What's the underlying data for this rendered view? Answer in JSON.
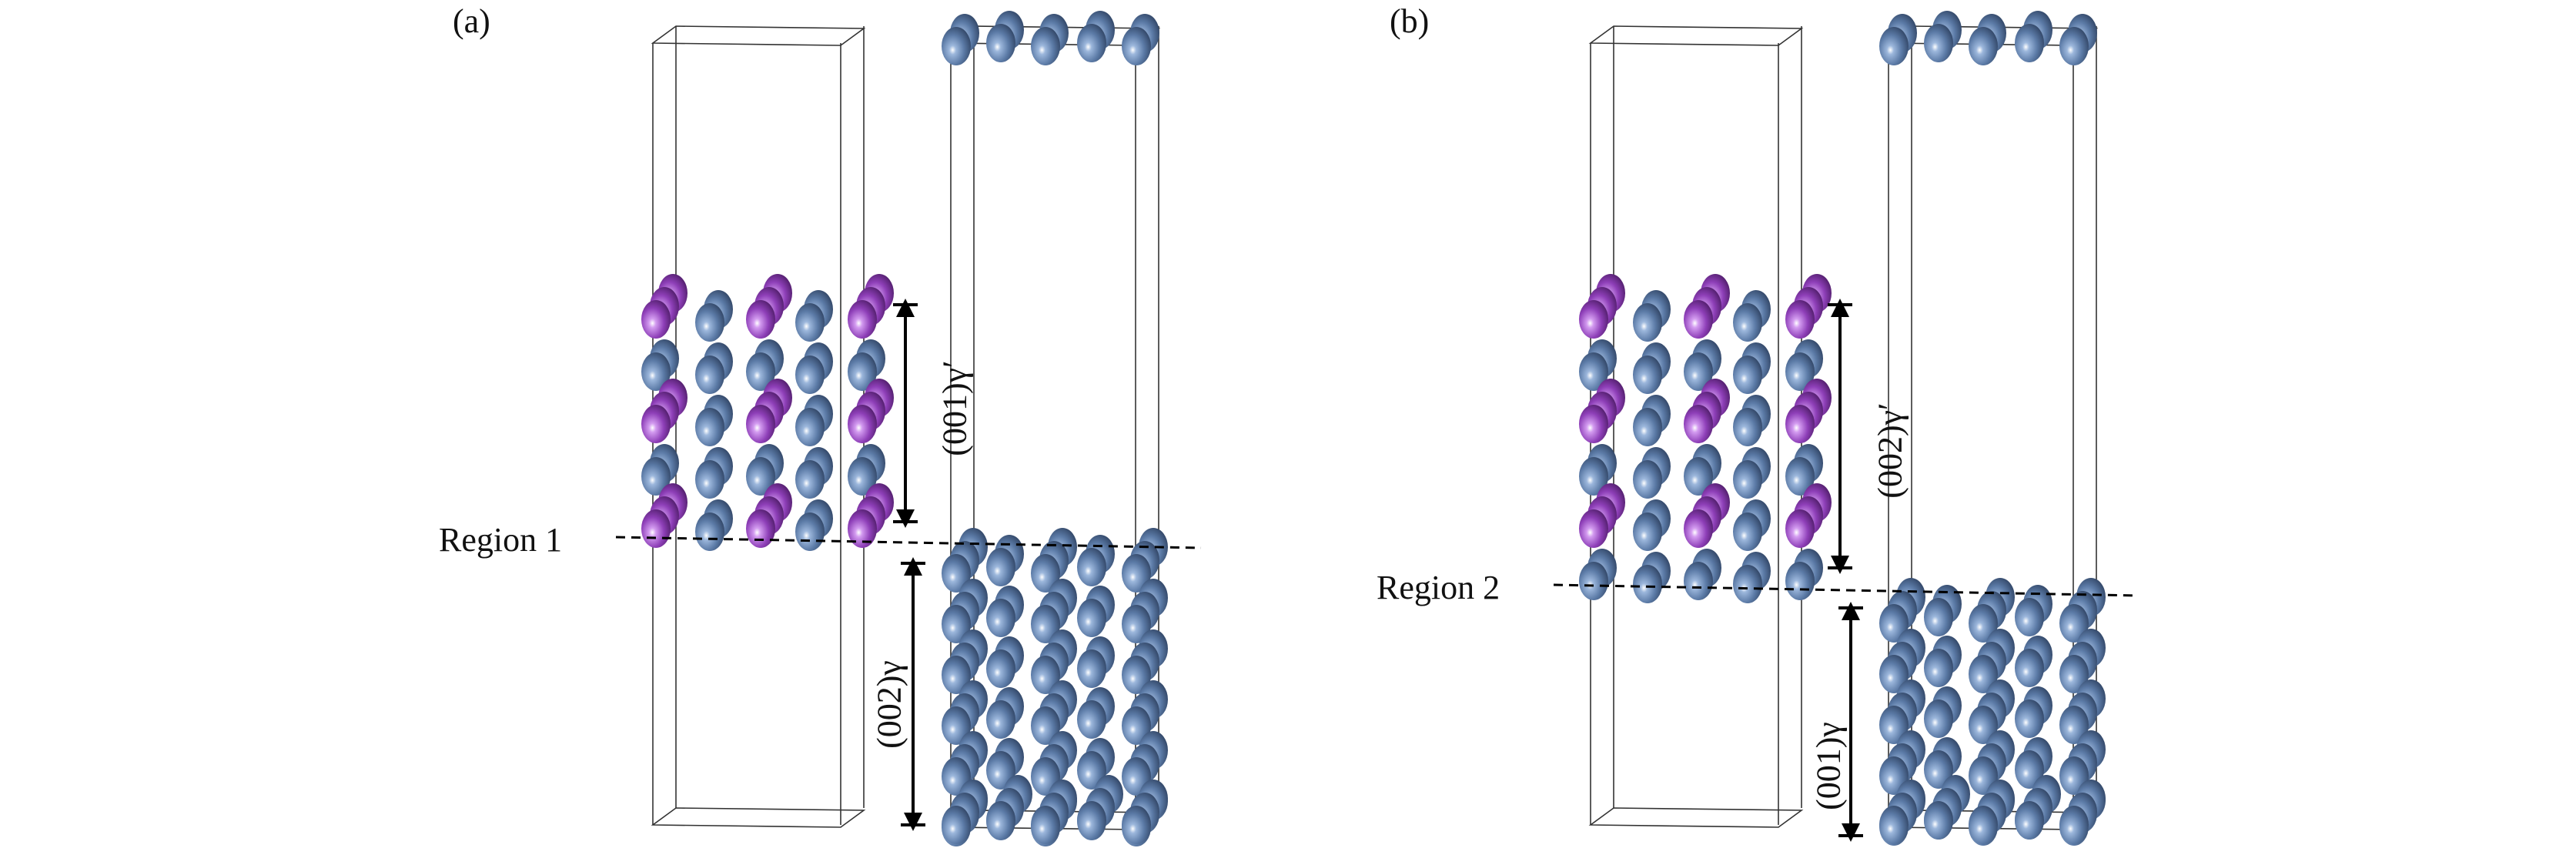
{
  "panels": [
    {
      "id": "a",
      "label": "(a)",
      "region_label": "Region 1",
      "upper_label": "(001)γ′",
      "lower_label": "(002)γ",
      "upper_rows": [
        "mixed",
        "blue",
        "mixed",
        "blue",
        "mixed"
      ],
      "lower_rows": 6
    },
    {
      "id": "b",
      "label": "(b)",
      "region_label": "Region 2",
      "upper_label": "(002)γ′",
      "lower_label": "(001)γ",
      "upper_rows": [
        "mixed",
        "blue",
        "mixed",
        "blue",
        "mixed",
        "blue"
      ],
      "lower_rows": 5
    }
  ],
  "colors": {
    "ni_atom": "#5b7aa6",
    "al_atom": "#8e3fb8",
    "cell_line": "#333333",
    "annotation": "#000000"
  }
}
